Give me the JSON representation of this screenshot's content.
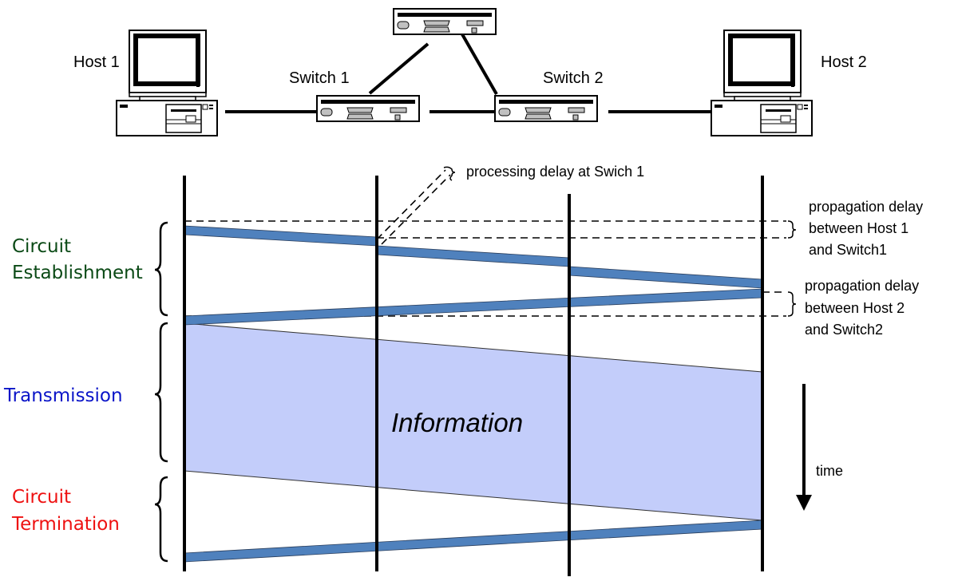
{
  "devices": {
    "host1": {
      "label": "Host 1"
    },
    "host2": {
      "label": "Host 2"
    },
    "switch1": {
      "label": "Switch 1"
    },
    "switch2": {
      "label": "Switch 2"
    },
    "switch_top": {
      "label": ""
    }
  },
  "phases": {
    "establishment": {
      "line1": "Circuit",
      "line2": "Establishment",
      "color": "#0b4a16"
    },
    "transmission": {
      "line1": "Transmission",
      "color": "#0a14c8"
    },
    "termination": {
      "line1": "Circuit",
      "line2": "Termination",
      "color": "#ee1111"
    }
  },
  "annotations": {
    "processing_delay": "processing delay at Swich 1",
    "prop_delay_1": {
      "line1": "propagation delay",
      "line2": "between Host 1",
      "line3": "and Switch1"
    },
    "prop_delay_2": {
      "line1": "propagation delay",
      "line2": "between Host 2",
      "line3": "and Switch2"
    },
    "information": "Information",
    "time": "time"
  },
  "colors": {
    "signal_bar": "#4f81bd",
    "information_fill": "#c3cdfa",
    "timeline": "#000000"
  }
}
